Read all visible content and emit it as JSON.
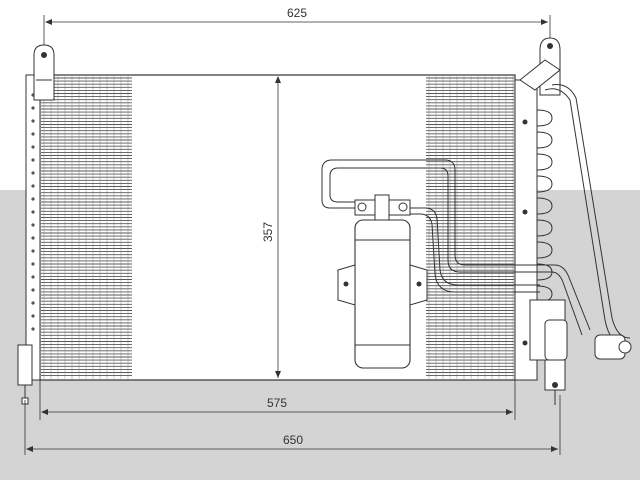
{
  "colors": {
    "band": "#d4d4d4",
    "line": "#333333",
    "fin": "#555555",
    "paper": "#ffffff"
  },
  "dimensions": {
    "overall_width_label": "625",
    "core_width_label": "575",
    "total_width_label": "650",
    "core_height_label": "357"
  }
}
